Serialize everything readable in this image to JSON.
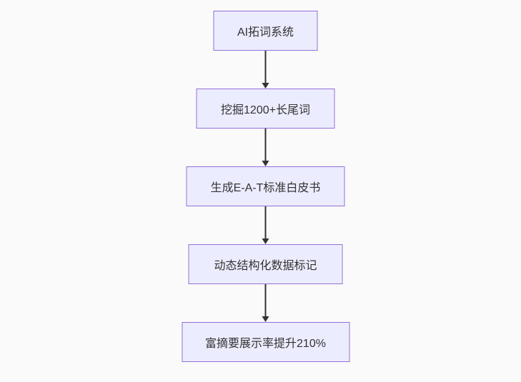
{
  "page": {
    "background_color": "#fafafa"
  },
  "flowchart": {
    "type": "flowchart-top-down",
    "node_fill_color": "#ECECFF",
    "node_border_color": "#9370DB",
    "arrow_color": "#333333",
    "text_color": "#333333",
    "nodes": [
      {
        "id": "A",
        "label": "AI拓词系统"
      },
      {
        "id": "B",
        "label": "挖掘1200+长尾词"
      },
      {
        "id": "C",
        "label": "生成E-A-T标准白皮书"
      },
      {
        "id": "D",
        "label": "动态结构化数据标记"
      },
      {
        "id": "E",
        "label": "富摘要展示率提升210%"
      }
    ],
    "edges": [
      {
        "from": "A",
        "to": "B"
      },
      {
        "from": "B",
        "to": "C"
      },
      {
        "from": "C",
        "to": "D"
      },
      {
        "from": "D",
        "to": "E"
      }
    ]
  }
}
